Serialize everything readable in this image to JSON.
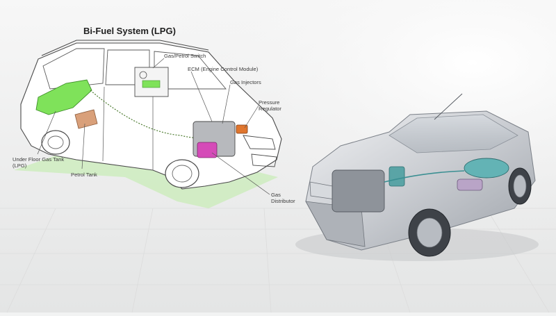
{
  "diagram": {
    "title": "Bi-Fuel System (LPG)",
    "labels": {
      "gas_petrol_switch": "Gas/Petrol Switch",
      "ecm": "ECM (Engine Control Module)",
      "gas_injectors": "Gas Injectors",
      "pressure_regulator": "Pressure\nRegulator",
      "under_floor_gas_tank": "Under Floor Gas Tank\n(LPG)",
      "petrol_tank": "Petrol Tank",
      "gas_distributor": "Gas\nDistributor"
    }
  },
  "colors": {
    "background": "#f2f3f3",
    "gas_tank": "#7fe25a",
    "engine_accent": "#d54bb8",
    "regulator": "#e0762e",
    "petrol_tank": "#d9a07a"
  }
}
